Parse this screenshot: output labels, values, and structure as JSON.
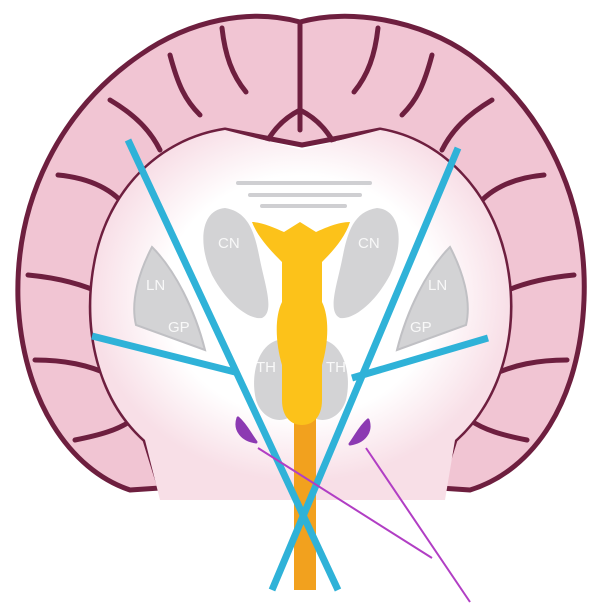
{
  "labels": {
    "caudate_left": "CN",
    "caudate_right": "CN",
    "lentiform_left": "LN",
    "lentiform_right": "LN",
    "globus_pallidus_left": "GP",
    "globus_pallidus_right": "GP",
    "thalamus_left": "TH",
    "thalamus_right": "TH"
  },
  "colors": {
    "cortex_fill": "#f1c5d3",
    "cortex_outline": "#6e1f3f",
    "white_matter": "#ffffff",
    "nuclei": "#d3d3d5",
    "ventricle": "#fcc21a",
    "brainstem": "#f2a11e",
    "tracts": "#2fb2d8",
    "small_nuclei": "#8c3ab2",
    "pointer_lines": "#b13ec4"
  }
}
